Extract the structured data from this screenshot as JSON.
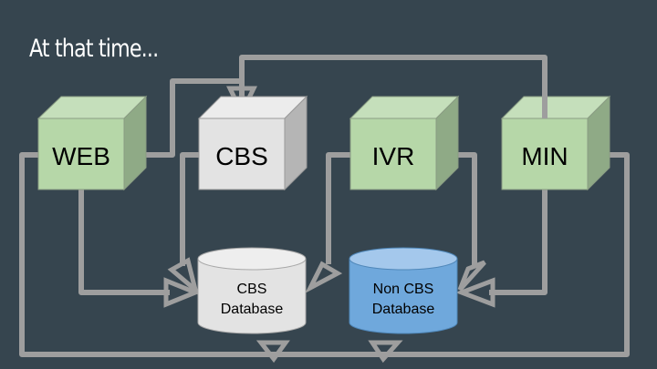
{
  "slide": {
    "title": "At that time..."
  },
  "nodes": [
    {
      "id": "web",
      "label": "WEB",
      "type": "server",
      "color": "#b6d7a8"
    },
    {
      "id": "cbs",
      "label": "CBS",
      "type": "server",
      "color": "#e3e3e3"
    },
    {
      "id": "ivr",
      "label": "IVR",
      "type": "server",
      "color": "#b6d7a8"
    },
    {
      "id": "min",
      "label": "MIN",
      "type": "server",
      "color": "#b6d7a8"
    }
  ],
  "databases": [
    {
      "id": "cbs_db",
      "line1": "CBS",
      "line2": "Database",
      "color": "#e3e3e3"
    },
    {
      "id": "noncbs_db",
      "line1": "Non CBS",
      "line2": "Database",
      "color": "#6fa8dc"
    }
  ],
  "connections": [
    {
      "from": "web",
      "to": "cbs"
    },
    {
      "from": "min",
      "to": "cbs"
    },
    {
      "from": "web",
      "to": "cbs_db"
    },
    {
      "from": "cbs",
      "to": "cbs_db"
    },
    {
      "from": "ivr",
      "to": "cbs_db"
    },
    {
      "from": "ivr",
      "to": "noncbs_db"
    },
    {
      "from": "min",
      "to": "noncbs_db"
    },
    {
      "from": "web",
      "to": "noncbs_db"
    },
    {
      "from": "min",
      "to": "cbs_db"
    }
  ]
}
